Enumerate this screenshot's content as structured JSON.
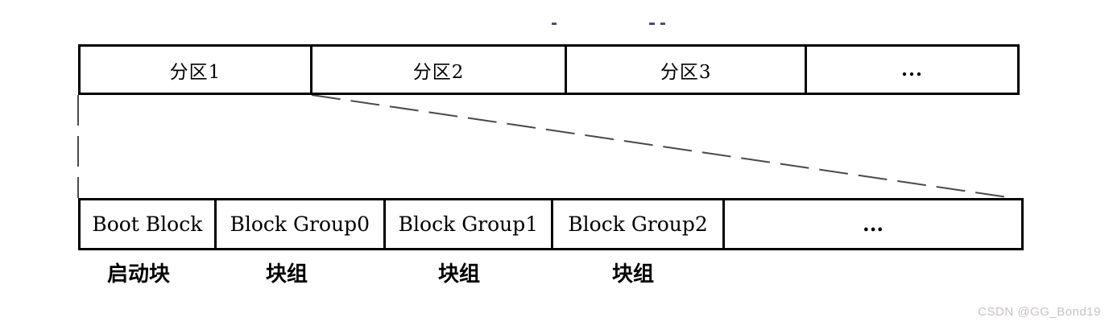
{
  "colors": {
    "border": "#000000",
    "text": "#000000",
    "connector_line": "#4a4a4a",
    "watermark": "#c8c2c2"
  },
  "diagram": {
    "partition_row": {
      "cells": [
        {
          "label": "分区1"
        },
        {
          "label": "分区2"
        },
        {
          "label": "分区3"
        },
        {
          "label": "..."
        }
      ]
    },
    "block_row": {
      "cells": [
        {
          "label": "Boot Block"
        },
        {
          "label": "Block Group0"
        },
        {
          "label": "Block Group1"
        },
        {
          "label": "Block Group2"
        },
        {
          "label": "..."
        }
      ]
    },
    "block_labels": [
      "启动块",
      "块组",
      "块组",
      "块组"
    ]
  },
  "watermark": {
    "text": "CSDN @GG_Bond19"
  }
}
